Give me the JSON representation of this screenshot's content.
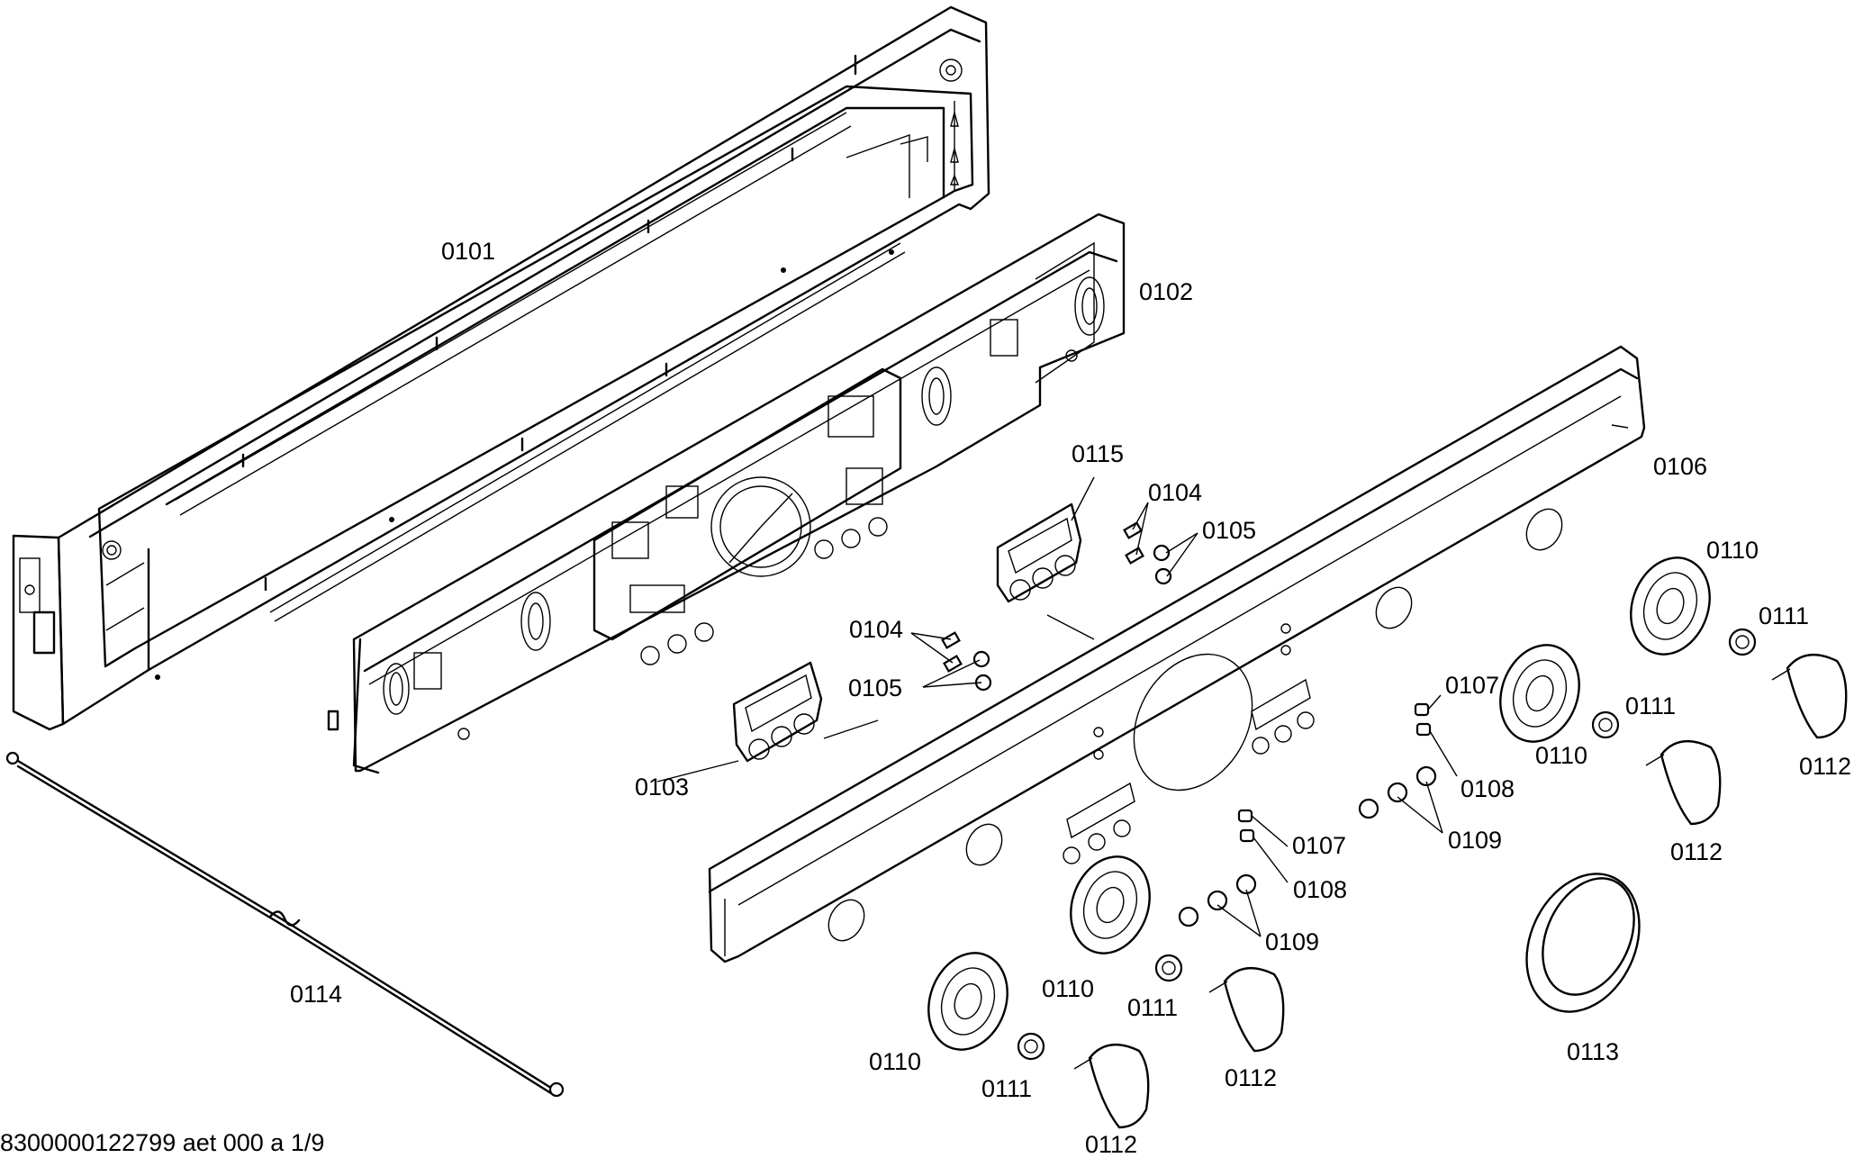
{
  "diagram": {
    "labels": {
      "p0101": "0101",
      "p0102": "0102",
      "p0103": "0103",
      "p0104a": "0104",
      "p0104b": "0104",
      "p0105a": "0105",
      "p0105b": "0105",
      "p0106": "0106",
      "p0107a": "0107",
      "p0107b": "0107",
      "p0108a": "0108",
      "p0108b": "0108",
      "p0109a": "0109",
      "p0109b": "0109",
      "p0110a": "0110",
      "p0110b": "0110",
      "p0110c": "0110",
      "p0110d": "0110",
      "p0111a": "0111",
      "p0111b": "0111",
      "p0111c": "0111",
      "p0111d": "0111",
      "p0112a": "0112",
      "p0112b": "0112",
      "p0112c": "0112",
      "p0112d": "0112",
      "p0113": "0113",
      "p0114": "0114",
      "p0115": "0115"
    },
    "footer_code": "8300000122799 aet 000 a 1/9"
  }
}
